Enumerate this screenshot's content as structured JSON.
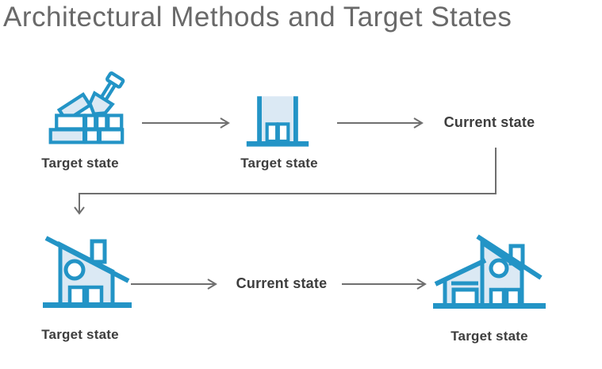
{
  "title": "Architectural Methods and Target States",
  "diagram": {
    "row1": [
      {
        "icon": "bricks-shovel-icon",
        "label": "Target state"
      },
      {
        "icon": "foundation-icon",
        "label": "Target state"
      },
      {
        "icon": "none",
        "label": "Current state"
      }
    ],
    "row2": [
      {
        "icon": "house-icon",
        "label": "Target state"
      },
      {
        "icon": "none",
        "label": "Current state"
      },
      {
        "icon": "finished-house-icon",
        "label": "Target state"
      }
    ]
  },
  "colors": {
    "icon_stroke": "#2394c6",
    "icon_fill": "#dbe9f4",
    "arrow": "#6f6f6f",
    "title_text": "#696969",
    "label_text": "#3d3d3d",
    "background": "#ffffff"
  }
}
